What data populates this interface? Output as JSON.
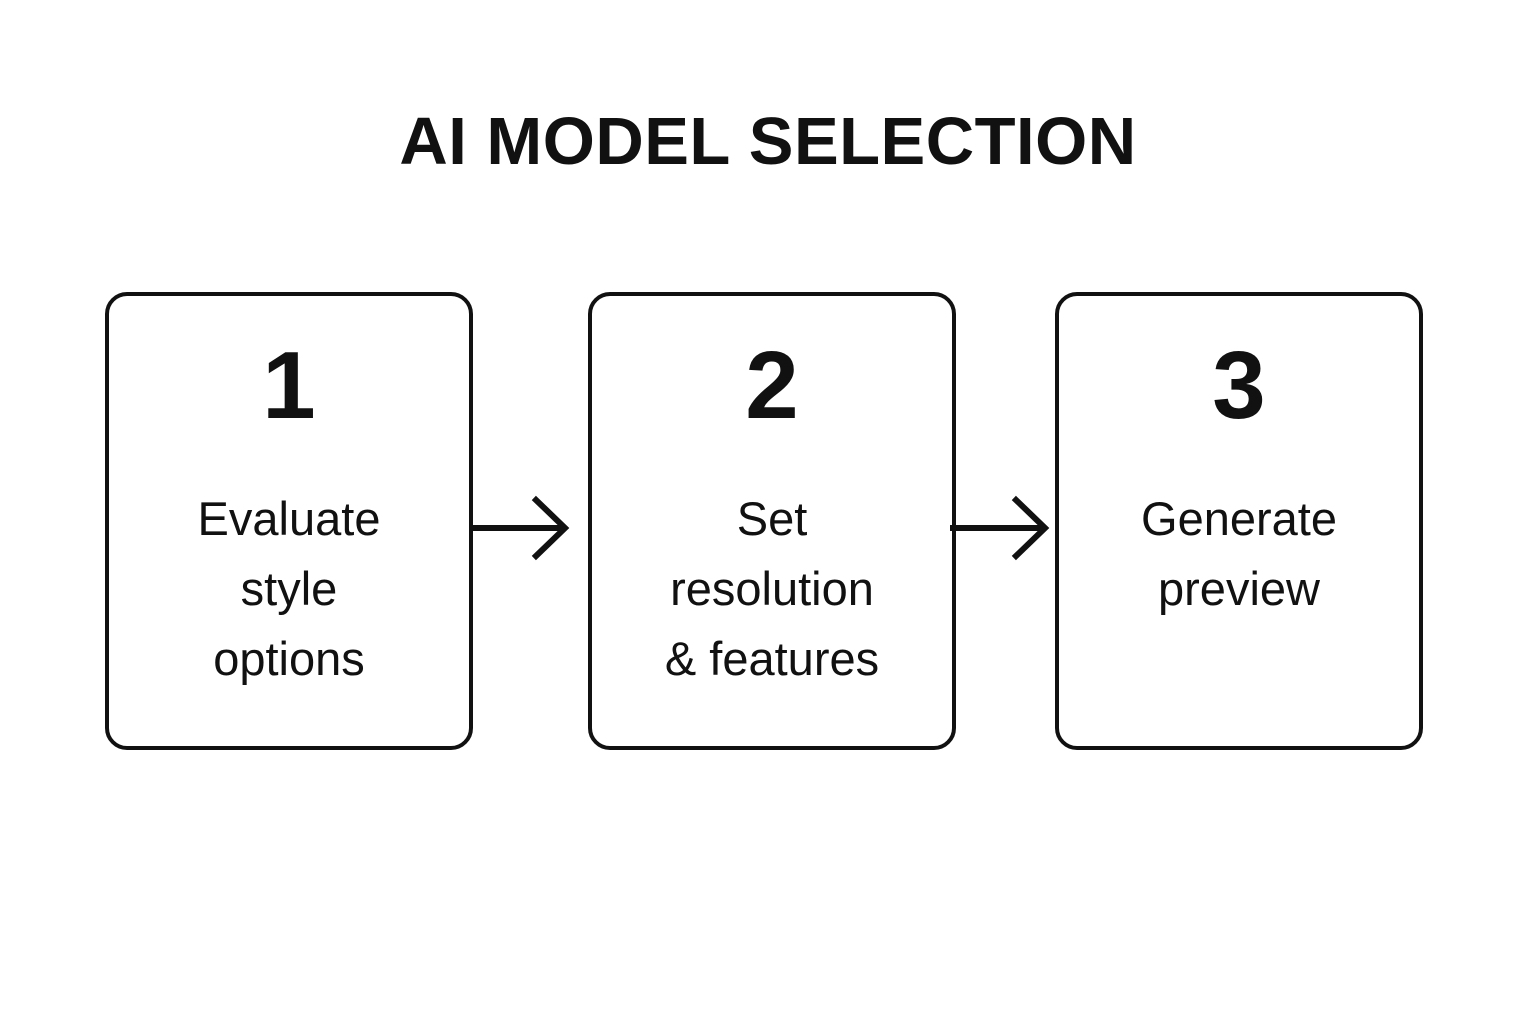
{
  "title": "AI MODEL SELECTION",
  "theme": {
    "background": "#ffffff",
    "stroke": "#111111",
    "text": "#111111"
  },
  "flow": {
    "steps": [
      {
        "number": "1",
        "label": "Evaluate\nstyle\noptions"
      },
      {
        "number": "2",
        "label": "Set\nresolution\n& features"
      },
      {
        "number": "3",
        "label": "Generate\npreview"
      }
    ],
    "connectors": [
      {
        "from": "1",
        "to": "2",
        "glyph": "arrow-right-icon"
      },
      {
        "from": "2",
        "to": "3",
        "glyph": "arrow-right-icon"
      }
    ]
  }
}
